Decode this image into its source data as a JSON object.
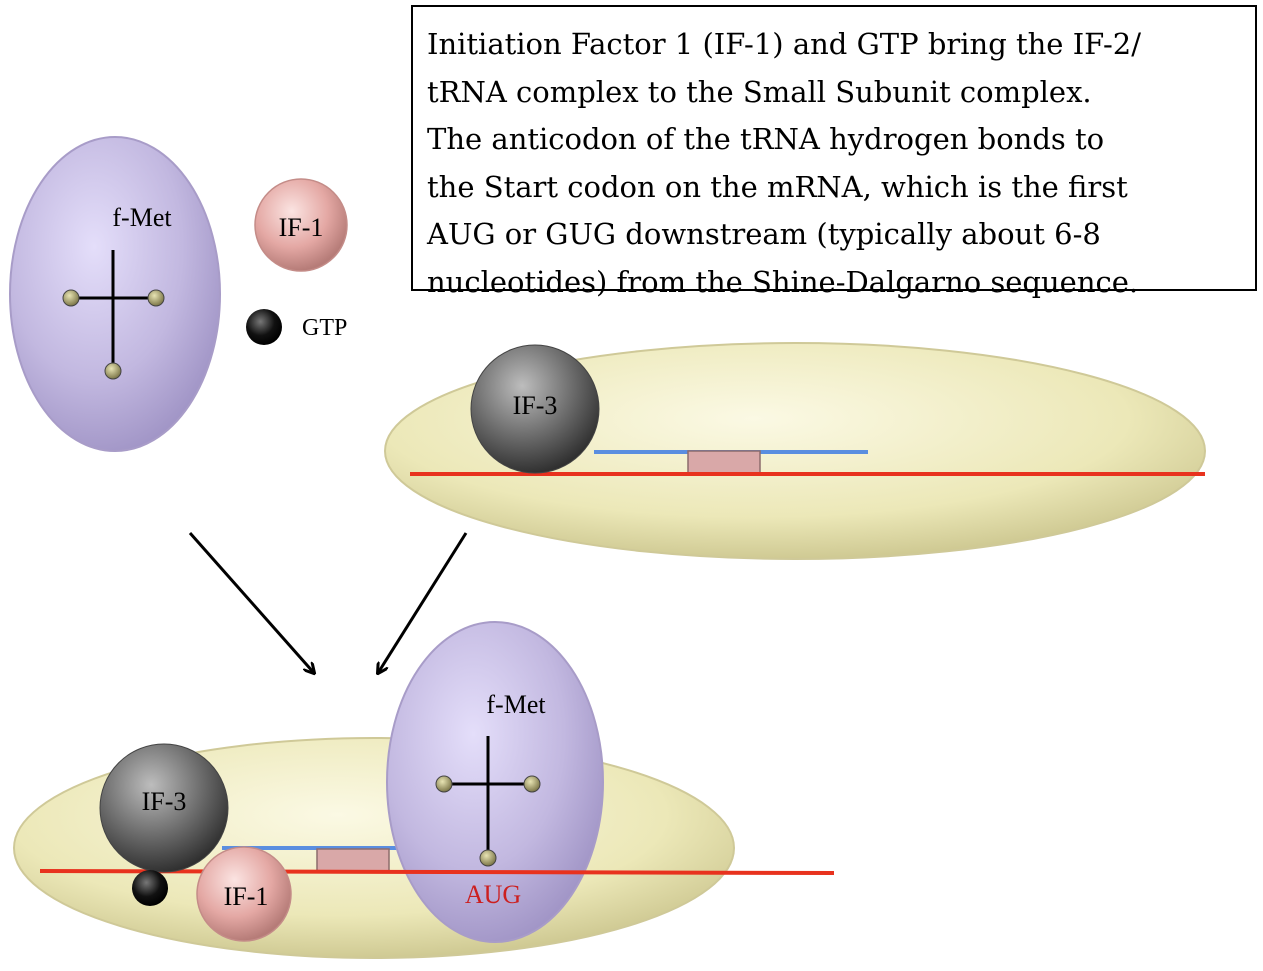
{
  "caption": {
    "lines": [
      "Initiation Factor 1 (IF-1) and GTP bring the IF-2/",
      "tRNA complex to the Small Subunit complex.",
      "The anticodon of the tRNA hydrogen bonds to",
      "the Start codon on the mRNA, which is the first",
      "AUG or GUG downstream (typically about 6-8",
      "nucleotides) from the Shine-Dalgarno sequence."
    ]
  },
  "labels": {
    "fmet": "f-Met",
    "if1": "IF-1",
    "if3": "IF-3",
    "gtp": "GTP",
    "aug": "AUG"
  },
  "colors": {
    "mrna": "#e8321e",
    "shine_dalgarno": "#5a8ee0",
    "start_codon_box": "#d9a8a8",
    "trna_complex": "#c2b8e0",
    "small_subunit": "#ece8b8",
    "if1": "#e4a8a4",
    "if3": "#6e6e6e",
    "aug_text": "#cc1f1f"
  }
}
